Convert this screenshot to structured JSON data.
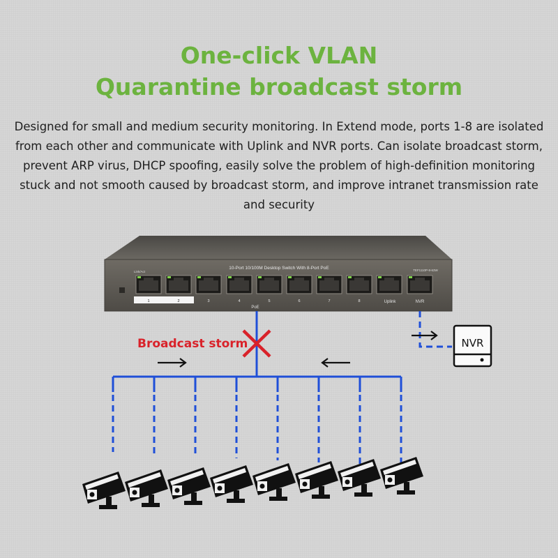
{
  "heading": {
    "line1": "One-click VLAN",
    "line2": "Quarantine broadcast storm"
  },
  "description": "Designed for small and medium security monitoring. In Extend mode, ports 1-8 are isolated from each other and communicate with Uplink and NVR ports. Can isolate broadcast storm, prevent ARP virus, DHCP spoofing, easily solve the problem of high-definition monitoring stuck and not smooth caused by broadcast storm, and improve intranet transmission rate and security",
  "switch": {
    "model_title": "10-Port 10/100M Desktop Switch With 8-Port PoE",
    "model_code": "TEF1110P-8-63W",
    "link_label": "Link/Act",
    "poe_label": "PoE",
    "port_numbers": [
      "1",
      "2",
      "3",
      "4",
      "5",
      "6",
      "7",
      "8"
    ],
    "uplink_label": "Uplink",
    "nvr_port_label": "NVR"
  },
  "diagram": {
    "storm_label": "Broadcast storm",
    "nvr_label": "NVR",
    "camera_count": 8,
    "colors": {
      "title": "#6cb33f",
      "storm": "#d9222a",
      "line": "#1f4fd8"
    }
  }
}
